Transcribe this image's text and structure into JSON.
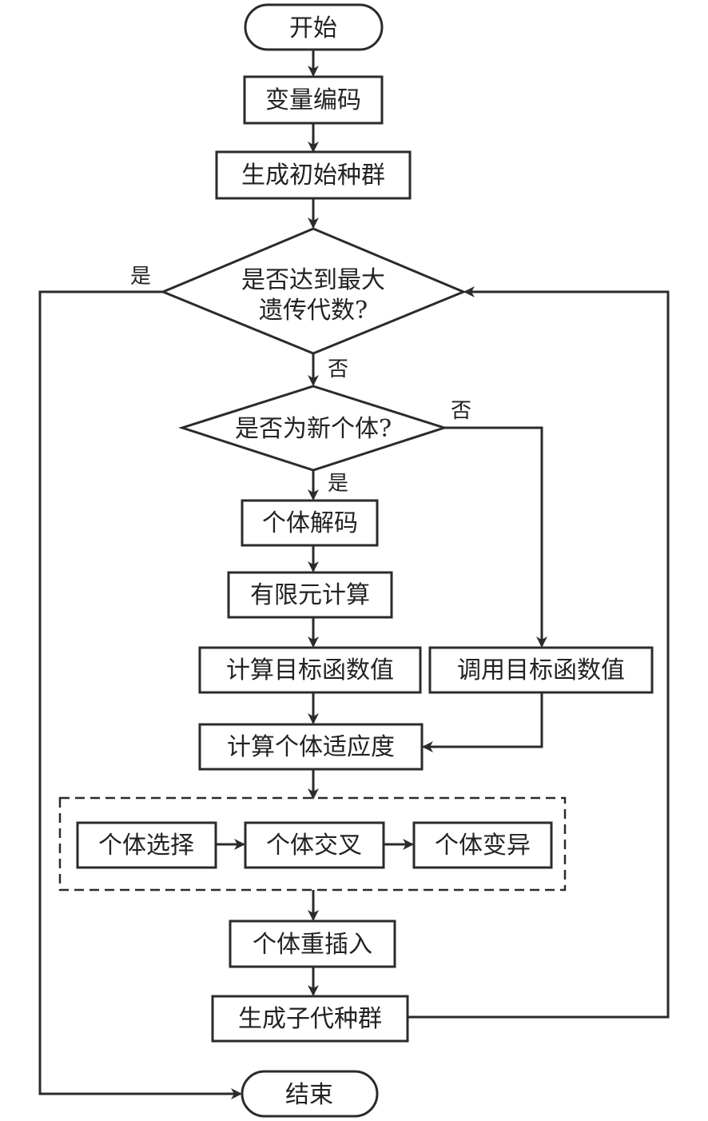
{
  "diagram": {
    "nodes": {
      "start": "开始",
      "encode": "变量编码",
      "init_pop": "生成初始种群",
      "max_gen_q_line1": "是否达到最大",
      "max_gen_q_line2": "遗传代数?",
      "new_ind_q": "是否为新个体?",
      "decode": "个体解码",
      "fem": "有限元计算",
      "calc_obj": "计算目标函数值",
      "call_obj": "调用目标函数值",
      "fitness": "计算个体适应度",
      "select": "个体选择",
      "crossover": "个体交叉",
      "mutate": "个体变异",
      "reinsert": "个体重插入",
      "offspring": "生成子代种群",
      "end": "结束"
    },
    "edge_labels": {
      "max_gen_yes": "是",
      "max_gen_no": "否",
      "new_ind_no": "否",
      "new_ind_yes": "是"
    }
  }
}
